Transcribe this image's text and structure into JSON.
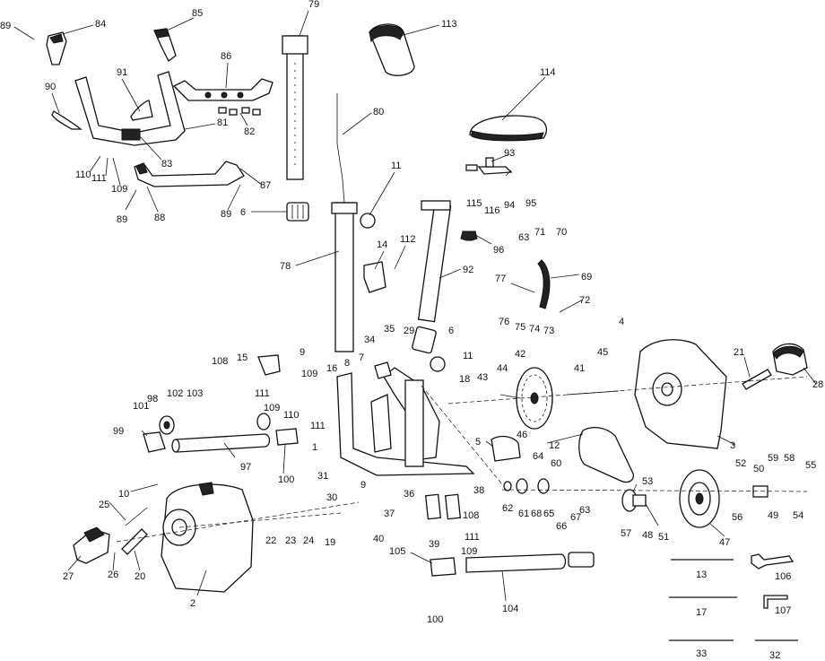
{
  "callouts": [
    {
      "id": "1",
      "text": "1"
    },
    {
      "id": "2",
      "text": "2"
    },
    {
      "id": "3",
      "text": "3"
    },
    {
      "id": "4",
      "text": "4"
    },
    {
      "id": "5",
      "text": "5"
    },
    {
      "id": "6a",
      "text": "6"
    },
    {
      "id": "6b",
      "text": "6"
    },
    {
      "id": "7",
      "text": "7"
    },
    {
      "id": "8",
      "text": "8"
    },
    {
      "id": "9a",
      "text": "9"
    },
    {
      "id": "9b",
      "text": "9"
    },
    {
      "id": "10",
      "text": "10"
    },
    {
      "id": "11a",
      "text": "11"
    },
    {
      "id": "11b",
      "text": "11"
    },
    {
      "id": "12",
      "text": "12"
    },
    {
      "id": "13",
      "text": "13"
    },
    {
      "id": "14",
      "text": "14"
    },
    {
      "id": "15",
      "text": "15"
    },
    {
      "id": "16",
      "text": "16"
    },
    {
      "id": "17",
      "text": "17"
    },
    {
      "id": "18",
      "text": "18"
    },
    {
      "id": "19",
      "text": "19"
    },
    {
      "id": "20",
      "text": "20"
    },
    {
      "id": "21",
      "text": "21"
    },
    {
      "id": "22",
      "text": "22"
    },
    {
      "id": "23",
      "text": "23"
    },
    {
      "id": "24",
      "text": "24"
    },
    {
      "id": "25",
      "text": "25"
    },
    {
      "id": "26",
      "text": "26"
    },
    {
      "id": "27",
      "text": "27"
    },
    {
      "id": "28",
      "text": "28"
    },
    {
      "id": "29",
      "text": "29"
    },
    {
      "id": "30",
      "text": "30"
    },
    {
      "id": "31",
      "text": "31"
    },
    {
      "id": "32",
      "text": "32"
    },
    {
      "id": "33",
      "text": "33"
    },
    {
      "id": "34",
      "text": "34"
    },
    {
      "id": "35",
      "text": "35"
    },
    {
      "id": "36",
      "text": "36"
    },
    {
      "id": "37",
      "text": "37"
    },
    {
      "id": "38",
      "text": "38"
    },
    {
      "id": "39",
      "text": "39"
    },
    {
      "id": "40",
      "text": "40"
    },
    {
      "id": "41",
      "text": "41"
    },
    {
      "id": "42",
      "text": "42"
    },
    {
      "id": "43",
      "text": "43"
    },
    {
      "id": "44",
      "text": "44"
    },
    {
      "id": "45",
      "text": "45"
    },
    {
      "id": "46",
      "text": "46"
    },
    {
      "id": "47",
      "text": "47"
    },
    {
      "id": "48",
      "text": "48"
    },
    {
      "id": "49",
      "text": "49"
    },
    {
      "id": "50",
      "text": "50"
    },
    {
      "id": "51",
      "text": "51"
    },
    {
      "id": "52",
      "text": "52"
    },
    {
      "id": "53",
      "text": "53"
    },
    {
      "id": "54",
      "text": "54"
    },
    {
      "id": "55",
      "text": "55"
    },
    {
      "id": "56",
      "text": "56"
    },
    {
      "id": "57",
      "text": "57"
    },
    {
      "id": "58",
      "text": "58"
    },
    {
      "id": "59",
      "text": "59"
    },
    {
      "id": "60",
      "text": "60"
    },
    {
      "id": "61",
      "text": "61"
    },
    {
      "id": "62",
      "text": "62"
    },
    {
      "id": "63a",
      "text": "63"
    },
    {
      "id": "63b",
      "text": "63"
    },
    {
      "id": "64",
      "text": "64"
    },
    {
      "id": "65",
      "text": "65"
    },
    {
      "id": "66",
      "text": "66"
    },
    {
      "id": "67",
      "text": "67"
    },
    {
      "id": "68",
      "text": "68"
    },
    {
      "id": "69",
      "text": "69"
    },
    {
      "id": "70",
      "text": "70"
    },
    {
      "id": "71",
      "text": "71"
    },
    {
      "id": "72",
      "text": "72"
    },
    {
      "id": "73",
      "text": "73"
    },
    {
      "id": "74",
      "text": "74"
    },
    {
      "id": "75",
      "text": "75"
    },
    {
      "id": "76",
      "text": "76"
    },
    {
      "id": "77",
      "text": "77"
    },
    {
      "id": "78",
      "text": "78"
    },
    {
      "id": "79",
      "text": "79"
    },
    {
      "id": "80",
      "text": "80"
    },
    {
      "id": "81",
      "text": "81"
    },
    {
      "id": "82",
      "text": "82"
    },
    {
      "id": "83",
      "text": "83"
    },
    {
      "id": "84",
      "text": "84"
    },
    {
      "id": "85",
      "text": "85"
    },
    {
      "id": "86",
      "text": "86"
    },
    {
      "id": "87",
      "text": "87"
    },
    {
      "id": "88",
      "text": "88"
    },
    {
      "id": "89a",
      "text": "89"
    },
    {
      "id": "89b",
      "text": "89"
    },
    {
      "id": "89c",
      "text": "89"
    },
    {
      "id": "90",
      "text": "90"
    },
    {
      "id": "91",
      "text": "91"
    },
    {
      "id": "92",
      "text": "92"
    },
    {
      "id": "93",
      "text": "93"
    },
    {
      "id": "94",
      "text": "94"
    },
    {
      "id": "95",
      "text": "95"
    },
    {
      "id": "96",
      "text": "96"
    },
    {
      "id": "97",
      "text": "97"
    },
    {
      "id": "98",
      "text": "98"
    },
    {
      "id": "99",
      "text": "99"
    },
    {
      "id": "100a",
      "text": "100"
    },
    {
      "id": "100b",
      "text": "100"
    },
    {
      "id": "101",
      "text": "101"
    },
    {
      "id": "102",
      "text": "102"
    },
    {
      "id": "103",
      "text": "103"
    },
    {
      "id": "104",
      "text": "104"
    },
    {
      "id": "105",
      "text": "105"
    },
    {
      "id": "106",
      "text": "106"
    },
    {
      "id": "107",
      "text": "107"
    },
    {
      "id": "108a",
      "text": "108"
    },
    {
      "id": "108b",
      "text": "108"
    },
    {
      "id": "109a",
      "text": "109"
    },
    {
      "id": "109b",
      "text": "109"
    },
    {
      "id": "109c",
      "text": "109"
    },
    {
      "id": "109d",
      "text": "109"
    },
    {
      "id": "110a",
      "text": "110"
    },
    {
      "id": "110b",
      "text": "110"
    },
    {
      "id": "111a",
      "text": "111"
    },
    {
      "id": "111b",
      "text": "111"
    },
    {
      "id": "111c",
      "text": "111"
    },
    {
      "id": "111d",
      "text": "111"
    },
    {
      "id": "112",
      "text": "112"
    },
    {
      "id": "113",
      "text": "113"
    },
    {
      "id": "114",
      "text": "114"
    },
    {
      "id": "115",
      "text": "115"
    },
    {
      "id": "116",
      "text": "116"
    }
  ]
}
